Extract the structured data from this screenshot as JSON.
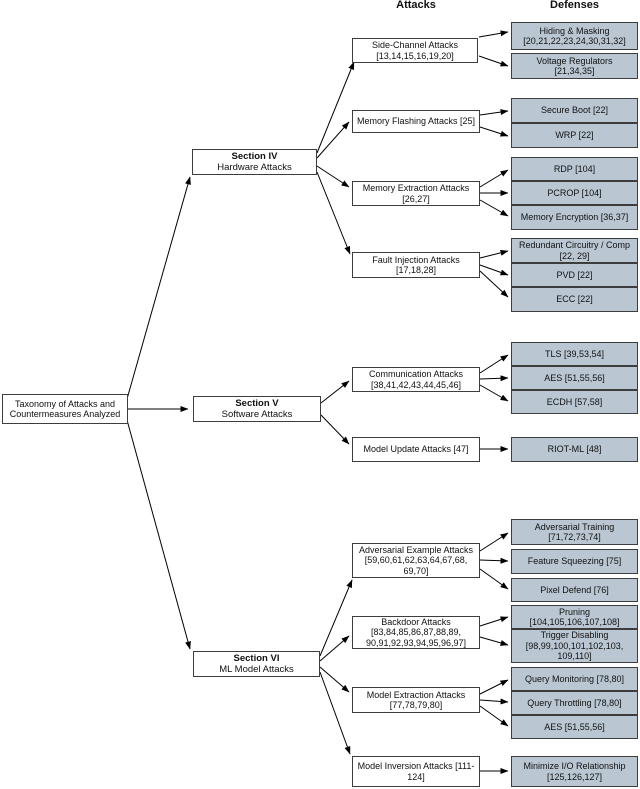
{
  "colors": {
    "defense_fill": "#bac7d3",
    "box_border": "#3d3d3d",
    "arrow": "#000000"
  },
  "headers": {
    "attacks": "Attacks",
    "defenses": "Defenses"
  },
  "root": {
    "lines": [
      "Taxonomy of Attacks and",
      "Countermeasures Analyzed"
    ]
  },
  "sections": [
    {
      "title": "Section IV",
      "subtitle": "Hardware Attacks"
    },
    {
      "title": "Section V",
      "subtitle": "Software Attacks"
    },
    {
      "title": "Section VI",
      "subtitle": "ML Model Attacks"
    }
  ],
  "attacks": [
    {
      "lines": [
        "Side-Channel Attacks",
        "[13,14,15,16,19,20]"
      ]
    },
    {
      "lines": [
        "Memory Flashing Attacks [25]"
      ]
    },
    {
      "lines": [
        "Memory Extraction Attacks",
        "[26,27]"
      ]
    },
    {
      "lines": [
        "Fault Injection Attacks",
        "[17,18,28]"
      ]
    },
    {
      "lines": [
        "Communication Attacks",
        "[38,41,42,43,44,45,46]"
      ]
    },
    {
      "lines": [
        "Model Update Attacks [47]"
      ]
    },
    {
      "lines": [
        "Adversarial Example Attacks",
        "[59,60,61,62,63,64,67,68,",
        "69,70]"
      ]
    },
    {
      "lines": [
        "Backdoor Attacks",
        "[83,84,85,86,87,88,89,",
        "90,91,92,93,94,95,96,97]"
      ]
    },
    {
      "lines": [
        "Model Extraction Attacks",
        "[77,78,79,80]"
      ]
    },
    {
      "lines": [
        "Model Inversion Attacks [111-",
        "124]"
      ]
    }
  ],
  "defenses": [
    {
      "lines": [
        "Hiding & Masking",
        "[20,21,22,23,24,30,31,32]"
      ]
    },
    {
      "lines": [
        "Voltage Regulators",
        "[21,34,35]"
      ]
    },
    {
      "lines": [
        "Secure Boot [22]"
      ]
    },
    {
      "lines": [
        "WRP [22]"
      ]
    },
    {
      "lines": [
        "RDP [104]"
      ]
    },
    {
      "lines": [
        "PCROP [104]"
      ]
    },
    {
      "lines": [
        "Memory Encryption [36,37]"
      ]
    },
    {
      "lines": [
        "Redundant Circuitry / Comp",
        "[22, 29]"
      ]
    },
    {
      "lines": [
        "PVD [22]"
      ]
    },
    {
      "lines": [
        "ECC [22]"
      ]
    },
    {
      "lines": [
        "TLS [39,53,54]"
      ]
    },
    {
      "lines": [
        "AES [51,55,56]"
      ]
    },
    {
      "lines": [
        "ECDH [57,58]"
      ]
    },
    {
      "lines": [
        "RIOT-ML [48]"
      ]
    },
    {
      "lines": [
        "Adversarial Training",
        "[71,72,73,74]"
      ]
    },
    {
      "lines": [
        "Feature Squeezing [75]"
      ]
    },
    {
      "lines": [
        "Pixel Defend [76]"
      ]
    },
    {
      "lines": [
        "Pruning",
        "[104,105,106,107,108]"
      ]
    },
    {
      "lines": [
        "Trigger Disabling",
        "[98,99,100,101,102,103,",
        "109,110]"
      ]
    },
    {
      "lines": [
        "Query Monitoring [78,80]"
      ]
    },
    {
      "lines": [
        "Query Throttling [78,80]"
      ]
    },
    {
      "lines": [
        "AES [51,55,56]"
      ]
    },
    {
      "lines": [
        "Minimize I/O Relationship",
        "[125,126,127]"
      ]
    }
  ]
}
